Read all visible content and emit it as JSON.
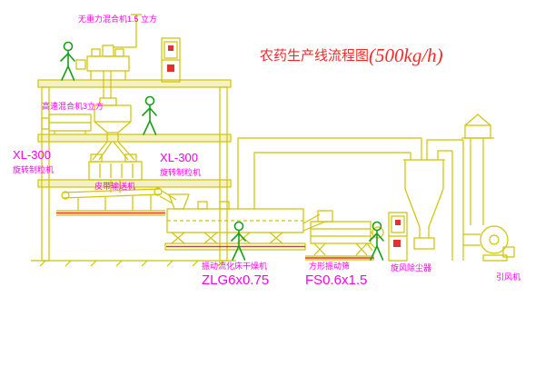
{
  "title": {
    "name": "农药生产线流程图",
    "capacity": "(500kg/h)"
  },
  "labels": {
    "top_mixer": "无重力混合机1.5 立方",
    "high_speed_mixer": "高速混合机3立方",
    "xl300_left": "XL-300",
    "granulator_left": "旋转制粒机",
    "xl300_right": "XL-300",
    "granulator_right": "旋转制粒机",
    "belt_conveyor": "皮带输送机",
    "dryer_name": "振动流化床干燥机",
    "dryer_model": "ZLG6x0.75",
    "sieve_name": "方形振动筛",
    "sieve_model": "FS0.6x1.5",
    "cyclone": "旋风除尘器",
    "fan": "引风机"
  },
  "colors": {
    "line": "#cfc400",
    "figure": "#18a018",
    "label": "#ff00ee",
    "title": "#ff2626",
    "accent_red": "#e43030",
    "background": "#ffffff"
  }
}
